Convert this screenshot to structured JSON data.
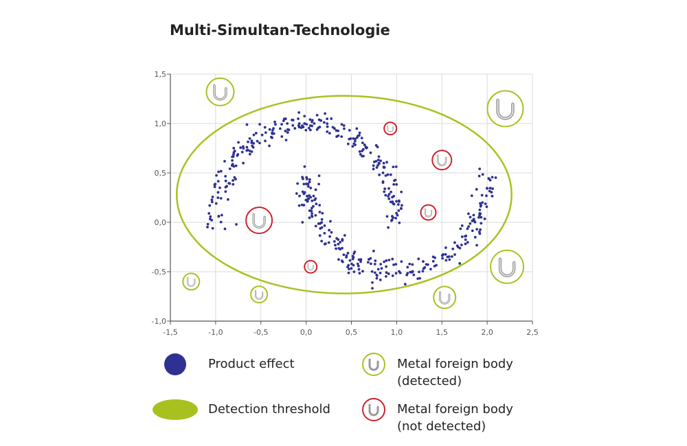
{
  "chart_data": {
    "type": "scatter",
    "title": "Multi-Simultan-Technologie",
    "xlim": [
      -1.5,
      2.5
    ],
    "ylim": [
      -1.0,
      1.5
    ],
    "x_ticks": [
      -1.5,
      -1.0,
      -0.5,
      0.0,
      0.5,
      1.0,
      1.5,
      2.0,
      2.5
    ],
    "y_ticks": [
      -1.0,
      -0.5,
      0.0,
      0.5,
      1.0,
      1.5
    ],
    "x_tick_labels": [
      "-1,5",
      "-1,0",
      "-0,5",
      "0,0",
      "0,5",
      "1,0",
      "1,5",
      "2,0",
      "2,5"
    ],
    "y_tick_labels": [
      "-1,0",
      "-0,5",
      "0,0",
      "0,5",
      "1,0",
      "1,5"
    ],
    "grid": true,
    "series": [
      {
        "name": "Product effect",
        "kind": "dots",
        "color": "#2e3192",
        "description_pattern": "two interleaving half-moons",
        "upper_arc": {
          "center": [
            0.0,
            0.0
          ],
          "radius": 1.0,
          "angle_range_deg": [
            0,
            180
          ],
          "count": 250,
          "noise": 0.06
        },
        "lower_arc": {
          "center": [
            1.0,
            0.5
          ],
          "radius": 1.0,
          "angle_range_deg": [
            180,
            360
          ],
          "count": 250,
          "noise": 0.06
        }
      },
      {
        "name": "Detection threshold",
        "kind": "ellipse",
        "color": "#a9c11f",
        "center": [
          0.42,
          0.28
        ],
        "radius_x": 1.85,
        "radius_y": 1.0
      },
      {
        "name": "Metal foreign body (detected)",
        "kind": "markers",
        "color": "#a9c11f",
        "points": [
          {
            "x": -0.95,
            "y": 1.32,
            "size": 1.0
          },
          {
            "x": 2.2,
            "y": 1.15,
            "size": 1.3
          },
          {
            "x": 2.22,
            "y": -0.45,
            "size": 1.2
          },
          {
            "x": -1.27,
            "y": -0.6,
            "size": 0.6
          },
          {
            "x": -0.52,
            "y": -0.73,
            "size": 0.6
          },
          {
            "x": 1.53,
            "y": -0.76,
            "size": 0.8
          }
        ]
      },
      {
        "name": "Metal foreign body (not detected)",
        "kind": "markers",
        "color": "#cc2229",
        "points": [
          {
            "x": 0.93,
            "y": 0.95,
            "size": 0.45
          },
          {
            "x": 1.5,
            "y": 0.63,
            "size": 0.7
          },
          {
            "x": 1.35,
            "y": 0.1,
            "size": 0.55
          },
          {
            "x": -0.52,
            "y": 0.02,
            "size": 0.95
          },
          {
            "x": 0.05,
            "y": -0.45,
            "size": 0.45
          }
        ]
      }
    ]
  },
  "legend": {
    "items": [
      {
        "label_lines": [
          "Product effect"
        ],
        "swatch": "dot",
        "color": "#2e3192"
      },
      {
        "label_lines": [
          "Metal foreign body",
          "(detected)"
        ],
        "swatch": "ring",
        "color": "#a9c11f"
      },
      {
        "label_lines": [
          "Detection threshold"
        ],
        "swatch": "ellipse",
        "color": "#a9c11f"
      },
      {
        "label_lines": [
          "Metal foreign body",
          "(not detected)"
        ],
        "swatch": "ring",
        "color": "#cc2229"
      }
    ]
  }
}
